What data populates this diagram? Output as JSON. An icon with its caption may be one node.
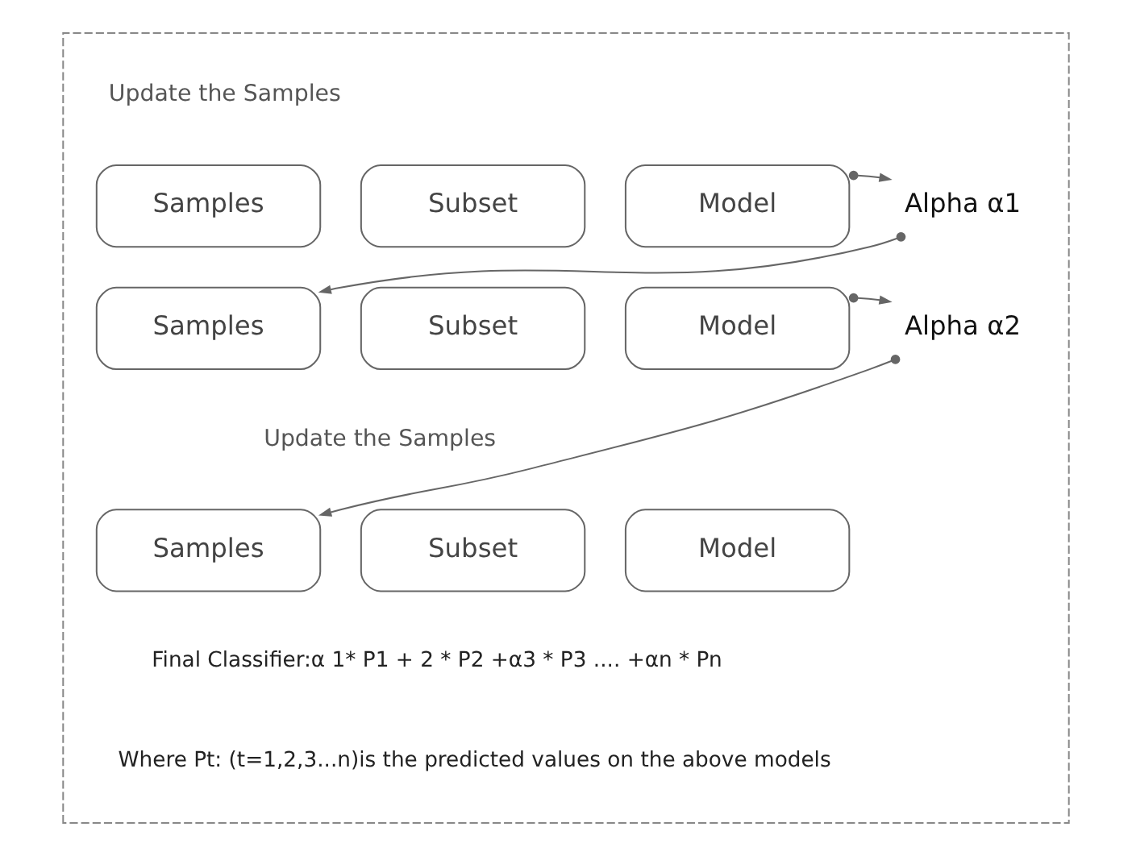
{
  "diagram": {
    "nodes": [
      {
        "text": [],
        "shape": "box"
      },
      {
        "text": [
          "Samples"
        ],
        "in": 0
      },
      {
        "text": [
          "Subset"
        ],
        "in": 0
      },
      {
        "text": [
          "Model"
        ],
        "in": 0
      },
      {
        "text": [
          "Alpha α1"
        ],
        "in": 0
      },
      {
        "text": [
          "Samples"
        ],
        "in": 0
      },
      {
        "text": [
          "Subset"
        ],
        "in": 0
      },
      {
        "text": [
          "Model"
        ],
        "in": 0
      },
      {
        "text": [
          "Alpha α2"
        ],
        "in": 0
      },
      {
        "text": [
          "Samples"
        ],
        "in": 0
      },
      {
        "text": [
          "Subset"
        ],
        "in": 0
      },
      {
        "text": [
          "Model"
        ],
        "in": 0
      }
    ],
    "edges": [
      {
        "from": 3,
        "to": 4,
        "arrow": "to"
      },
      {
        "from": 4,
        "to": 5,
        "arrow": "to"
      },
      {
        "from": 7,
        "to": 8,
        "arrow": "to"
      },
      {
        "from": 8,
        "to": 9,
        "arrow": "to"
      }
    ],
    "labels": [
      "Update the Samples",
      "Update the Samples",
      "Final Classifier:α 1* P1 + 2 * P2 +α3 * P3 .... +αn * Pn",
      "Where Pt: (t=1,2,3...n)is the predicted values on the above models"
    ]
  }
}
